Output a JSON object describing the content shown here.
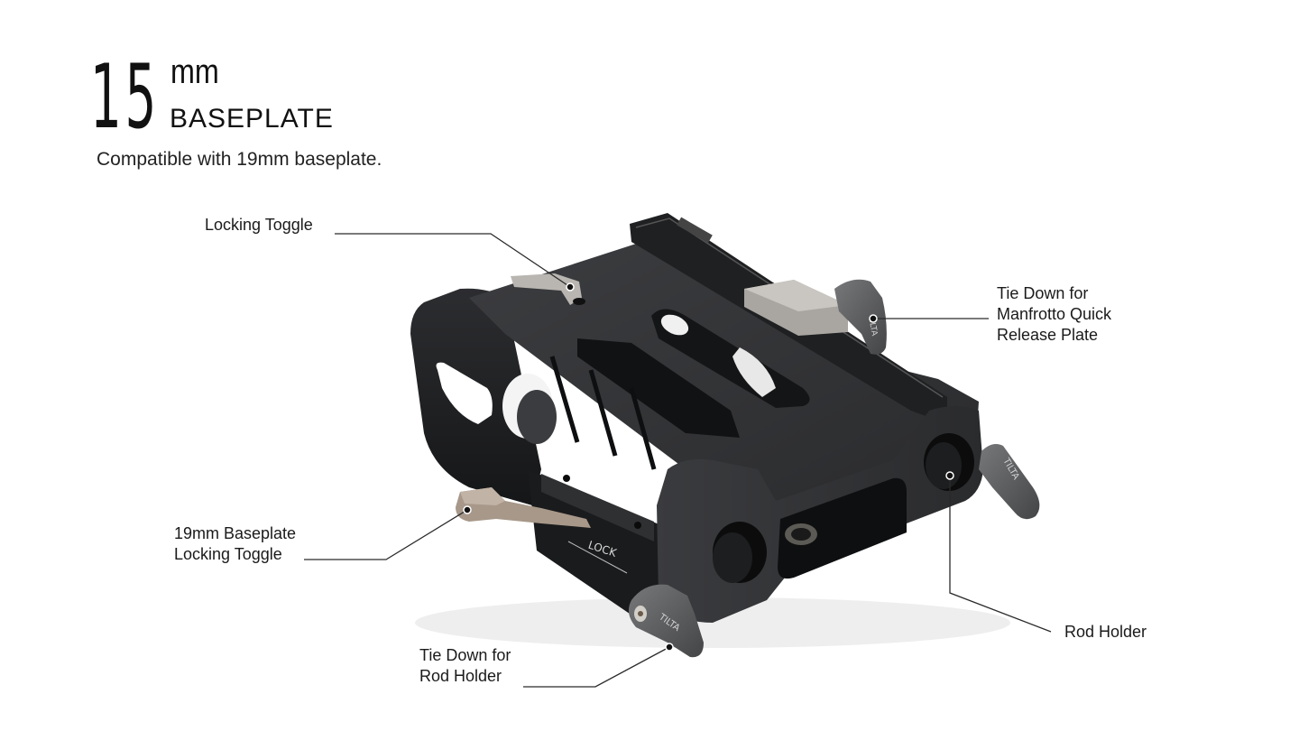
{
  "header": {
    "size_number": "15",
    "size_unit": "mm",
    "title": "BASEPLATE",
    "subtitle": "Compatible with 19mm baseplate."
  },
  "product": {
    "name": "15mm Baseplate",
    "engravings": [
      "LOCK",
      "TILTA"
    ],
    "colors": {
      "body": "#2b2c2e",
      "body_highlight": "#4a4b4e",
      "toggle_silver": "#b9b6b1",
      "toggle_bronze": "#a7988a",
      "knob": "#5b5c5e",
      "callout_line": "#2a2a2a"
    }
  },
  "callouts": [
    {
      "id": "locking-toggle",
      "lines": [
        "Locking Toggle"
      ]
    },
    {
      "id": "tie-down-manfrotto",
      "lines": [
        "Tie Down for",
        "Manfrotto Quick",
        "Release Plate"
      ]
    },
    {
      "id": "baseplate-19mm-toggle",
      "lines": [
        "19mm Baseplate",
        "Locking Toggle"
      ]
    },
    {
      "id": "tie-down-rod",
      "lines": [
        "Tie Down for",
        "Rod Holder"
      ]
    },
    {
      "id": "rod-holder",
      "lines": [
        "Rod Holder"
      ]
    }
  ]
}
